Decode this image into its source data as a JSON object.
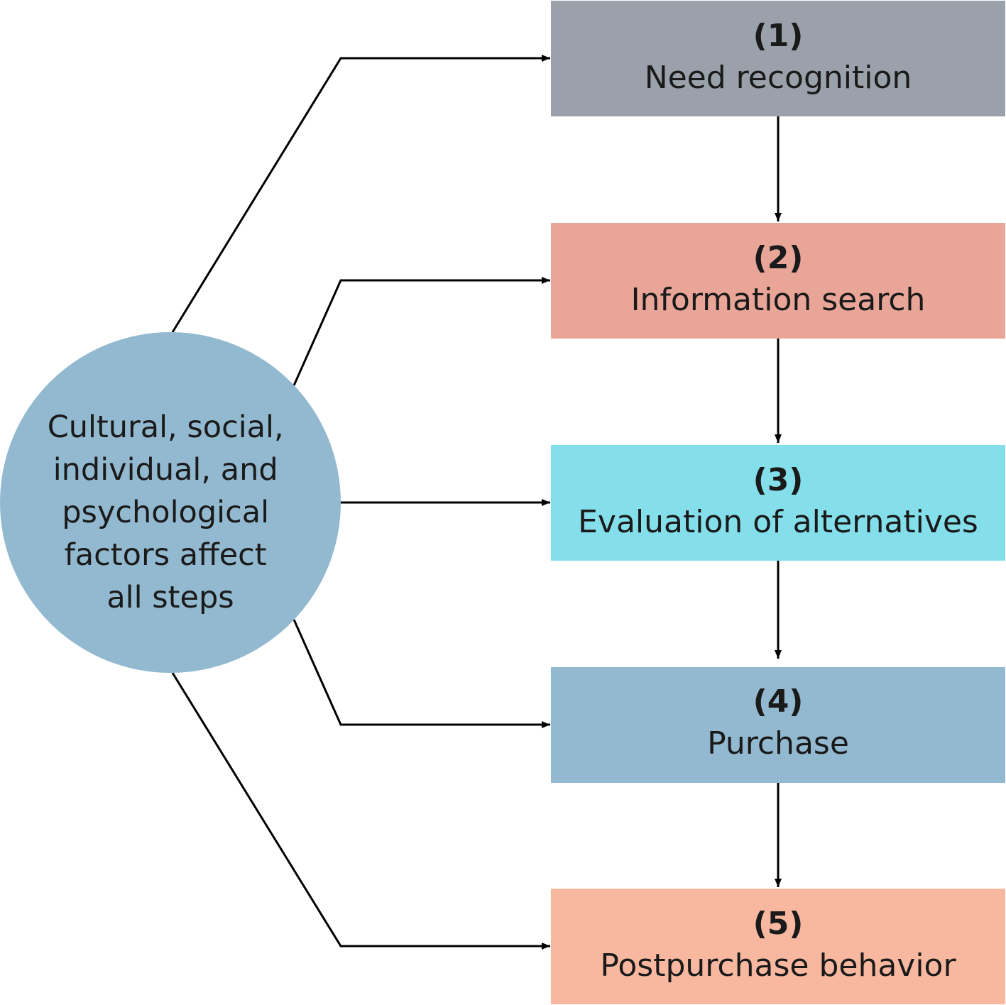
{
  "factors": {
    "lines": [
      "Cultural, social,",
      "individual, and",
      "psychological",
      "factors affect",
      "all steps"
    ],
    "color": "#93b9d0"
  },
  "steps": [
    {
      "number": "(1)",
      "label": "Need recognition",
      "color": "#9aa1aa"
    },
    {
      "number": "(2)",
      "label": "Information search",
      "color": "#e8a598"
    },
    {
      "number": "(3)",
      "label": "Evaluation of alternatives",
      "color": "#84dfeb"
    },
    {
      "number": "(4)",
      "label": "Purchase",
      "color": "#93b9d0"
    },
    {
      "number": "(5)",
      "label": "Postpurchase behavior",
      "color": "#f8b8a0"
    }
  ]
}
